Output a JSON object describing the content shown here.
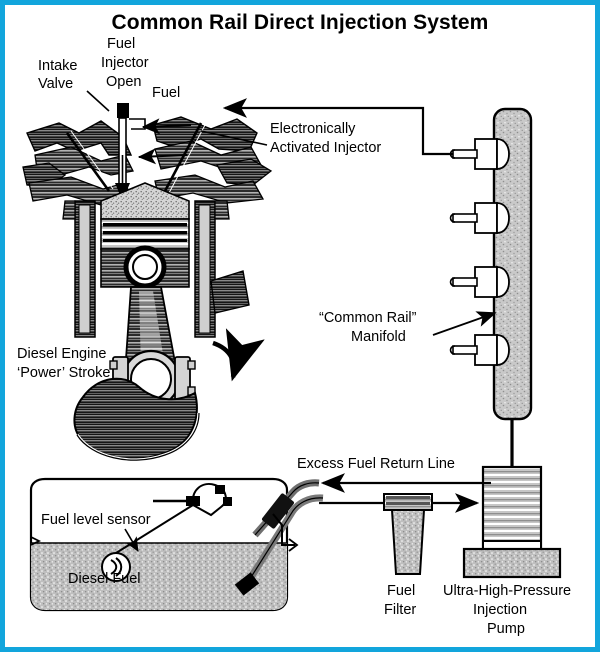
{
  "figure": {
    "title": "Common Rail Direct Injection System",
    "border_color": "#12a5dc",
    "background_color": "#ffffff",
    "ink_color": "#000000",
    "metal_fill": "#c8c8c8",
    "fuel_fill": "#bdbdbd"
  },
  "labels": {
    "intake_valve": {
      "line1": "Intake",
      "line2": "Valve"
    },
    "fuel_injector_open": {
      "line1": "Fuel",
      "line2": "Injector",
      "line3": "Open"
    },
    "fuel": "Fuel",
    "electronically_activated_injector": {
      "line1": "Electronically",
      "line2": "Activated Injector"
    },
    "common_rail_manifold": {
      "line1": "“Common Rail”",
      "line2": "Manifold"
    },
    "diesel_engine_power_stroke": {
      "line1": "Diesel Engine",
      "line2": "‘Power’ Stroke"
    },
    "excess_fuel_return_line": "Excess Fuel Return Line",
    "fuel_level_sensor": "Fuel level sensor",
    "diesel_fuel": "Diesel Fuel",
    "fuel_filter": {
      "line1": "Fuel",
      "line2": "Filter"
    },
    "injection_pump": {
      "line1": "Ultra-High-Pressure",
      "line2": "Injection",
      "line3": "Pump"
    }
  },
  "components": {
    "common_rail": {
      "name": "Common Rail Manifold",
      "injector_ports": 4
    },
    "fuel_tank": {
      "name": "Diesel Fuel Tank",
      "contains_sensor": true
    },
    "fuel_filter": {
      "name": "Fuel Filter"
    },
    "injection_pump": {
      "name": "Ultra-High-Pressure Injection Pump"
    },
    "engine": {
      "name": "Diesel Engine Cylinder",
      "stroke": "Power"
    }
  },
  "flow": {
    "tank_to_filter": "fuel supply",
    "filter_to_pump": "fuel supply",
    "pump_to_rail": "high pressure fuel",
    "rail_to_injector": "high pressure fuel",
    "pump_to_tank": "excess fuel return"
  }
}
